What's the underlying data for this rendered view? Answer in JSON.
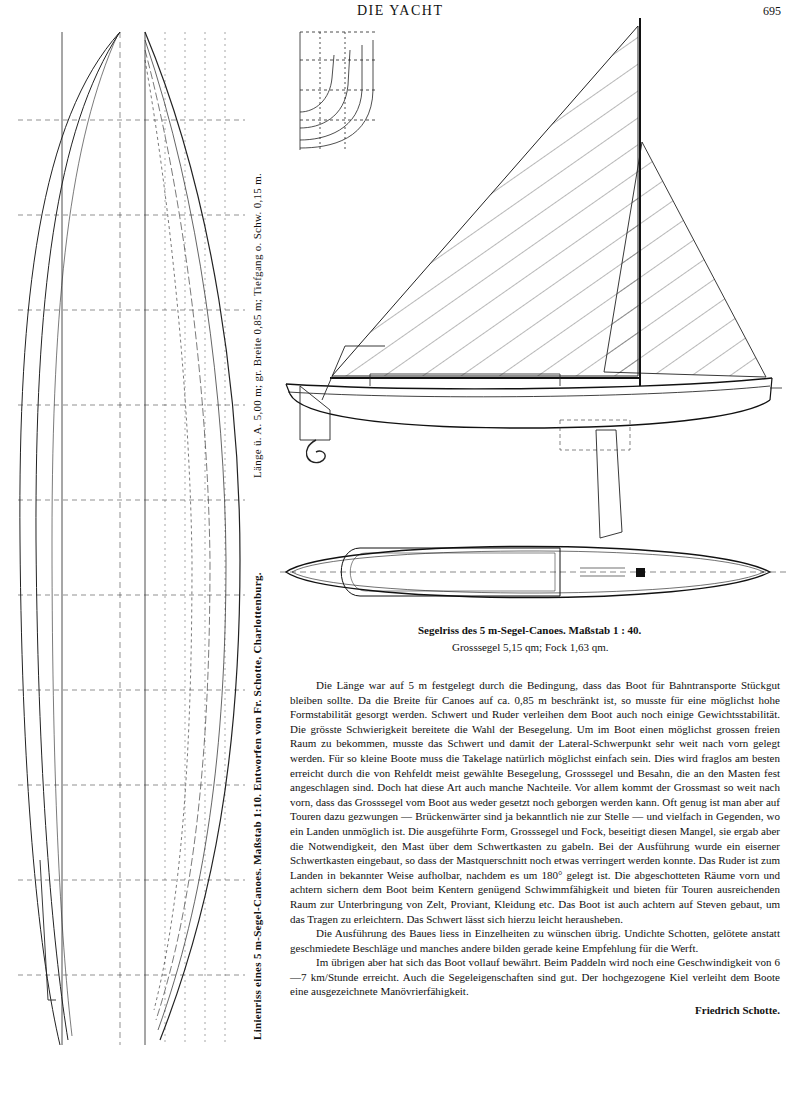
{
  "diagram": {
    "title": "DIE YACHT",
    "labels": [
      "695",
      "Linienriss eines 5 m-Segel-Canoes. Maßstab 1:10. Entworfen von Fr. Schotte, Charlottenburg.",
      "Länge ü. A. 5,00 m; gr. Breite 0,85 m; Tiefgang o. Schw. 0,15 m.",
      "Segelriss des 5 m-Segel-Canoes. Maßstab 1 : 40.",
      "Grosssegel 5,15 qm; Fock 1,63 qm.",
      "Die Länge war auf 5 m festgelegt durch die Bedingung, dass das Boot für Bahntransporte Stückgut bleiben sollte. Da die Breite für Canoes auf ca. 0,85 m beschränkt ist, so musste für eine möglichst hohe Formstabilität gesorgt werden. Schwert und Ruder verleihen dem Boot auch noch einige Gewichtsstabilität. Die grösste Schwierigkeit bereitete die Wahl der Besegelung. Um im Boot einen möglichst grossen freien Raum zu bekommen, musste das Schwert und damit der Lateral-Schwerpunkt sehr weit nach vorn gelegt werden. Für so kleine Boote muss die Takelage natürlich möglichst einfach sein. Dies wird fraglos am besten erreicht durch die von Rehfeldt meist gewählte Besegelung, Grosssegel und Besahn, die an den Masten fest angeschlagen sind. Doch hat diese Art auch manche Nachteile. Vor allem kommt der Grossmast so weit nach vorn, dass das Grosssegel vom Boot aus weder gesetzt noch geborgen werden kann. Oft genug ist man aber auf Touren dazu gezwungen — Brückenwärter sind ja bekanntlich nie zur Stelle — und vielfach in Gegenden, wo ein Landen unmöglich ist. Die ausgeführte Form, Grosssegel und Fock, beseitigt diesen Mangel, sie ergab aber die Notwendigkeit, den Mast über dem Schwertkasten zu gabeln. Bei der Ausführung wurde ein eiserner Schwertkasten eingebaut, so dass der Mastquerschnitt noch etwas verringert werden konnte. Das Ruder ist zum Landen in bekannter Weise aufholbar, nachdem es um 180° gelegt ist. Die abgeschotteten Räume vorn und achtern sichern dem Boot beim Kentern genügend Schwimmfähigkeit und bieten für Touren ausreichenden Raum zur Unterbringung von Zelt, Proviant, Kleidung etc. Das Boot ist auch achtern auf Steven gebaut, um das Tragen zu erleichtern. Das Schwert lässt sich hierzu leicht herausheben.",
      "Die Ausführung des Baues liess in Einzelheiten zu wünschen übrig. Undichte Schotten, gelötete anstatt geschmiedete Beschläge und manches andere bilden gerade keine Empfehlung für die Werft.",
      "Im übrigen aber hat sich das Boot vollauf bewährt. Beim Paddeln wird noch eine Geschwindigkeit von 6—7 km/Stunde erreicht. Auch die Segeleigenschaften sind gut. Der hochgezogene Kiel verleiht dem Boote eine ausgezeichnete Manövrierfähigkeit.",
      "Friedrich Schotte."
    ]
  }
}
